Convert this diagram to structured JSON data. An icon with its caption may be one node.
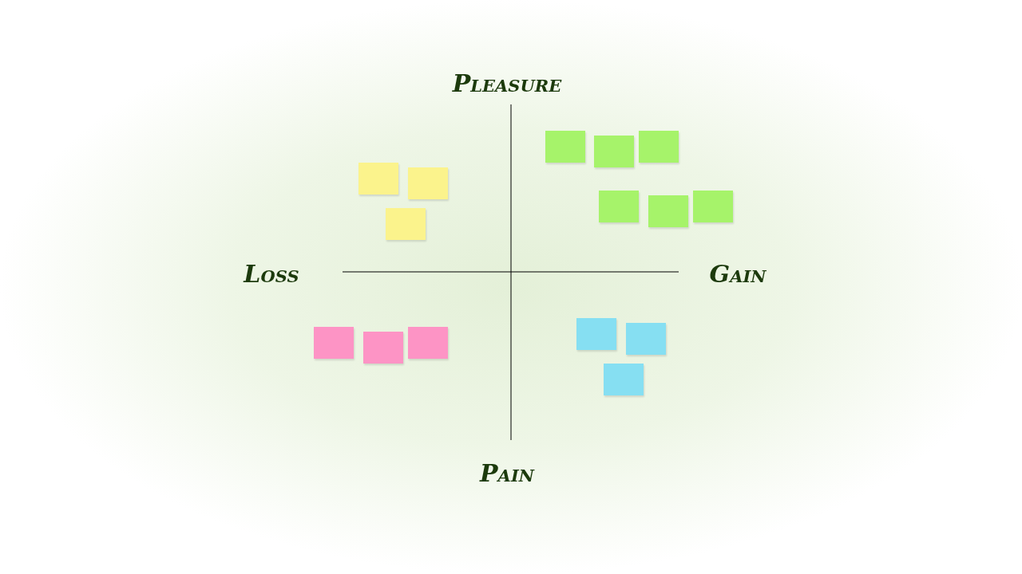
{
  "diagram": {
    "nodes": [
      {
        "text": [],
        "shape": "box"
      },
      {
        "text": [],
        "shape": "box"
      },
      {
        "text": [],
        "shape": "box"
      },
      {
        "text": [],
        "shape": "box"
      },
      {
        "text": [],
        "shape": "box"
      },
      {
        "text": [],
        "shape": "box"
      },
      {
        "text": [],
        "shape": "box"
      },
      {
        "text": [],
        "shape": "box"
      },
      {
        "text": [],
        "shape": "box"
      },
      {
        "text": [],
        "shape": "box"
      },
      {
        "text": [],
        "shape": "box"
      },
      {
        "text": [],
        "shape": "box"
      },
      {
        "text": [],
        "shape": "box"
      },
      {
        "text": [],
        "shape": "box"
      },
      {
        "text": [],
        "shape": "box"
      }
    ],
    "labels": [
      "Pleasure",
      "Loss",
      "Gain",
      "Pain"
    ]
  }
}
